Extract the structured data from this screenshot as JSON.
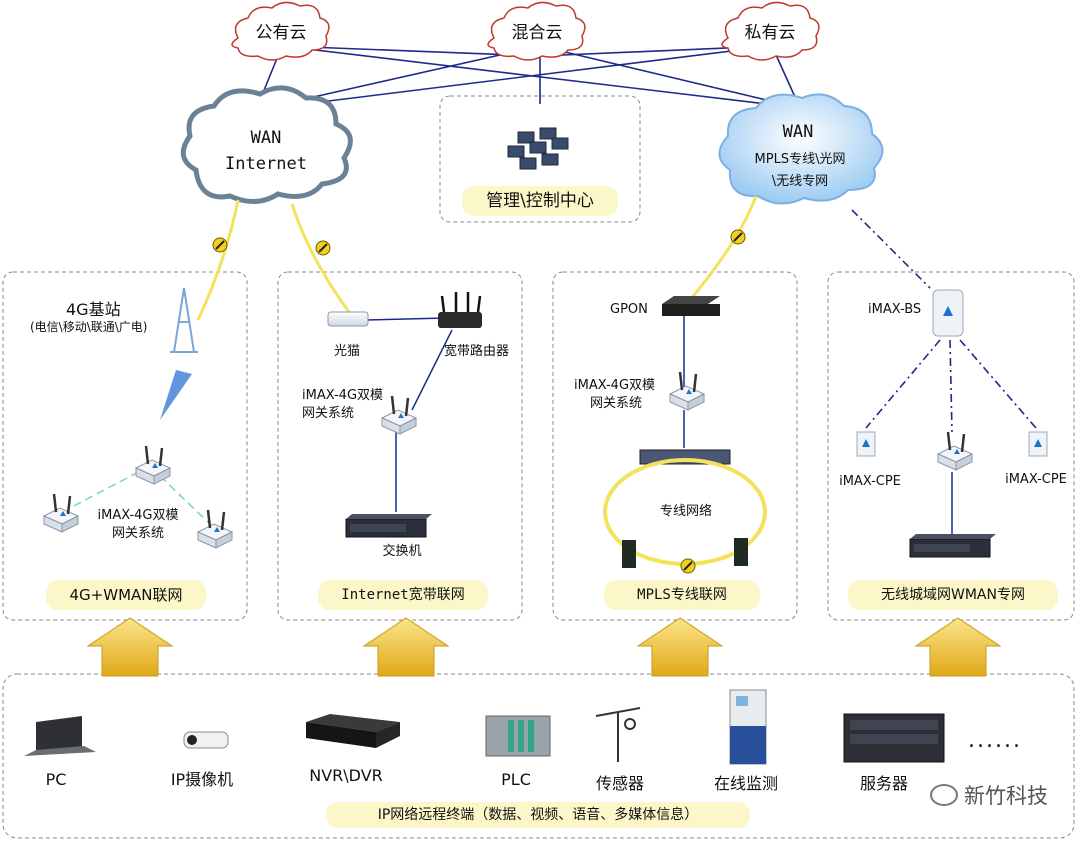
{
  "clouds": {
    "public": "公有云",
    "hybrid": "混合云",
    "private": "私有云"
  },
  "wan_internet": {
    "title": "WAN",
    "subtitle": "Internet"
  },
  "wan_mpls": {
    "title": "WAN",
    "line1": "MPLS专线\\光网",
    "line2": "\\无线专网"
  },
  "control_center": "管理\\控制中心",
  "panel1": {
    "base_station": "4G基站",
    "carriers": "(电信\\移动\\联通\\广电)",
    "gateway_line1": "iMAX-4G双模",
    "gateway_line2": "网关系统",
    "footer": "4G+WMAN联网"
  },
  "panel2": {
    "modem": "光猫",
    "router": "宽带路由器",
    "gateway_line1": "iMAX-4G双模",
    "gateway_line2": "网关系统",
    "switch": "交换机",
    "footer": "Internet宽带联网"
  },
  "panel3": {
    "gpon": "GPON",
    "gateway_line1": "iMAX-4G双模",
    "gateway_line2": "网关系统",
    "network": "专线网络",
    "footer": "MPLS专线联网"
  },
  "panel4": {
    "bs": "iMAX-BS",
    "cpe_left": "iMAX-CPE",
    "cpe_right": "iMAX-CPE",
    "footer": "无线城域网WMAN专网"
  },
  "terminals": {
    "pc": "PC",
    "camera": "IP摄像机",
    "nvr": "NVR\\DVR",
    "plc": "PLC",
    "sensor": "传感器",
    "monitor": "在线监测",
    "server": "服务器",
    "more": "......",
    "footer": "IP网络远程终端（数据、视频、语音、多媒体信息）"
  },
  "watermark": "新竹科技",
  "colors": {
    "cloud_red": "#c0392b",
    "link_blue": "#1d2a8a",
    "fiber_yellow": "#f2e35a",
    "arrow_gold": "#f0c419",
    "pill_bg": "#fbf7c8",
    "mpls_cloud": "#a9d2f5"
  }
}
